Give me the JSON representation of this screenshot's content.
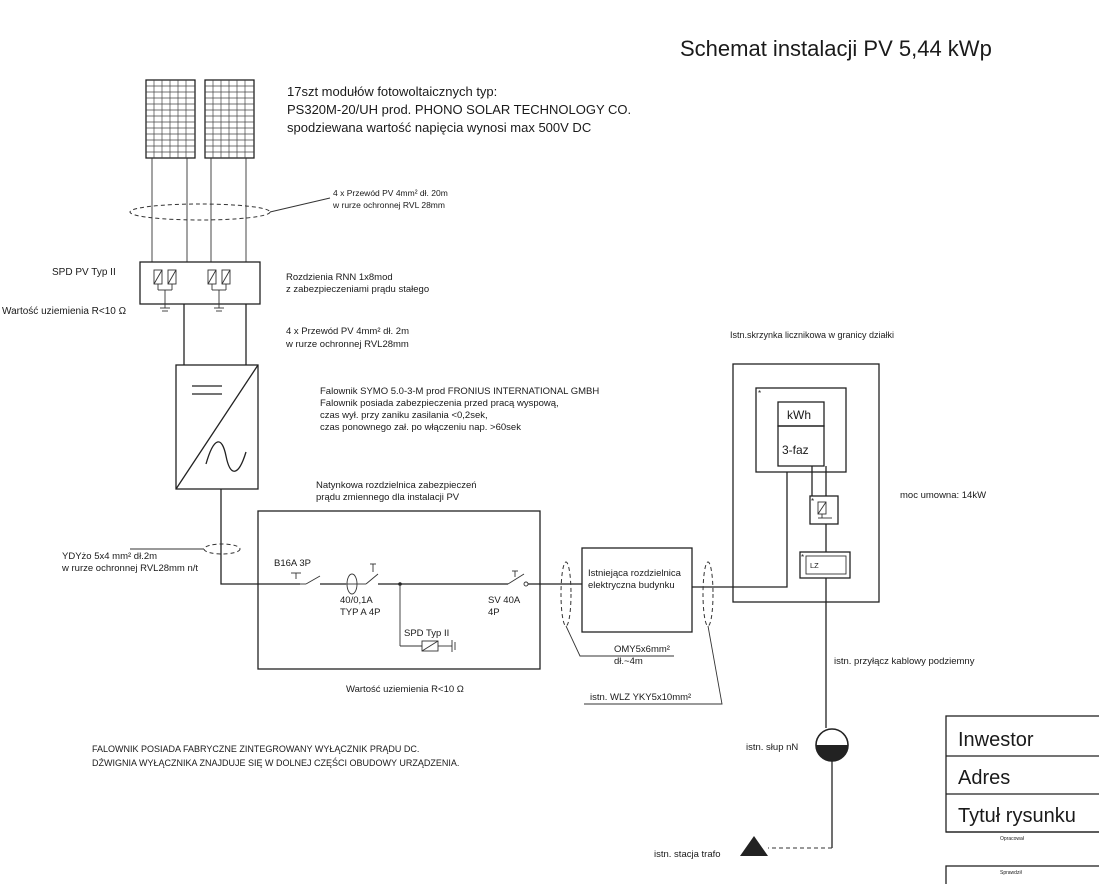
{
  "title": "Schemat instalacji PV 5,44 kWp",
  "modules": {
    "line1": "17szt modułów fotowoltaicznych typ:",
    "line2": "PS320M-20/UH prod. PHONO SOLAR TECHNOLOGY CO.",
    "line3": "spodziewana wartość napięcia wynosi max 500V DC"
  },
  "cable_top": {
    "line1": "4 x Przewód PV 4mm² dł. 20m",
    "line2": "w rurze ochronnej RVL  28mm"
  },
  "spd_pv_label": "SPD PV Typ II",
  "grounding_left": "Wartość uziemienia R<10 Ω",
  "dc_box": {
    "line1": "Rozdzienia RNN 1x8mod",
    "line2": "z zabezpieczeniami prądu stałego"
  },
  "cable_mid": {
    "line1": "4 x Przewód PV 4mm² dł. 2m",
    "line2": "w rurze ochronnej RVL28mm"
  },
  "inverter": {
    "line1": "Falownik SYMO 5.0-3-M prod FRONIUS INTERNATIONAL GMBH",
    "line2": "Falownik posiada zabezpieczenia przed pracą wyspową,",
    "line3": "czas wył. przy zaniku zasilania <0,2sek,",
    "line4": "czas ponownego zał. po włączeniu nap. >60sek"
  },
  "ac_box": {
    "line1": "Natynkowa rozdzielnica zabezpieczeń",
    "line2": "prądu zmiennego dla instalacji PV"
  },
  "cable_ac": {
    "line1": "YDYżo 5x4 mm² dł.2m",
    "line2": "w rurze ochronnej RVL28mm n/t"
  },
  "breaker": "B16A 3P",
  "rcd": {
    "line1": "40/0,1A",
    "line2": "TYP A 4P"
  },
  "sv": {
    "line1": "SV 40A",
    "line2": "4P"
  },
  "spd_ac": "SPD Typ II",
  "grounding_bottom": "Wartość uziemienia R<10 Ω",
  "building_board": {
    "line1": "Istniejąca rozdzielnica",
    "line2": "elektryczna budynku"
  },
  "cable_omy": {
    "line1": "OMY5x6mm²",
    "line2": "dł.~4m"
  },
  "wlz": "istn. WLZ YKY5x10mm²",
  "meter_box": "Istn.skrzynka licznikowa w granicy działki",
  "meter_kwh": "kWh",
  "meter_3faz": "3-faz",
  "lz": "LZ",
  "contract_power": "moc umowna: 14kW",
  "underground": "istn. przyłącz kablowy podziemny",
  "pole": "istn. słup nN",
  "transformer": "istn. stacja trafo",
  "note": {
    "line1": "FALOWNIK POSIADA FABRYCZNE ZINTEGROWANY WYŁĄCZNIK PRĄDU DC.",
    "line2": "DŹWIGNIA WYŁĄCZNIKA ZNAJDUJE SIĘ W DOLNEJ CZĘŚCI OBUDOWY URZĄDZENIA."
  },
  "title_block": {
    "investor": "Inwestor",
    "address": "Adres",
    "drawing_title": "Tytuł rysunku",
    "prepared": "Opracował",
    "checked": "Sprawdził"
  }
}
